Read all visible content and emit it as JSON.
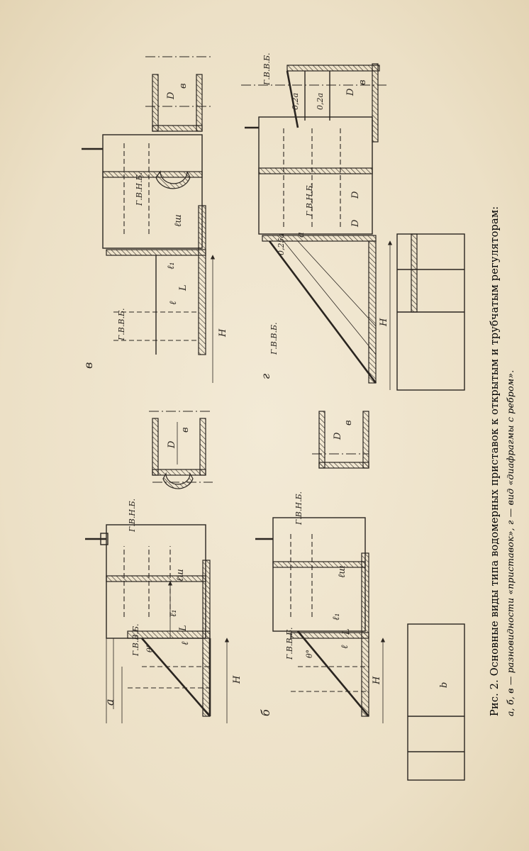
{
  "caption": {
    "title": "Рис. 2. Основные виды типа водомерных приставок к открытым и трубчатым регуляторам:",
    "legend": "а, б, в — разновидности «приставок», г — вид «диафрагмы с ребром»."
  },
  "panels": {
    "a": "а",
    "b": "б",
    "v": "в",
    "g": "г"
  },
  "labels": {
    "gvvb": "Г.В.В.Б.",
    "gvnb": "Г.В.Н.Б.",
    "H": "Н",
    "L": "L",
    "l": "ℓ",
    "l1": "ℓ₁",
    "lsh": "ℓш",
    "theta": "θ°",
    "D": "D",
    "b": "в",
    "half_b": "b",
    "a": "а",
    "d02a": "0,2а",
    "d025a": "0,25а",
    "hatch_mark": "ℓ"
  },
  "colors": {
    "paper": "#efe5cf",
    "ink": "#2a2520"
  }
}
